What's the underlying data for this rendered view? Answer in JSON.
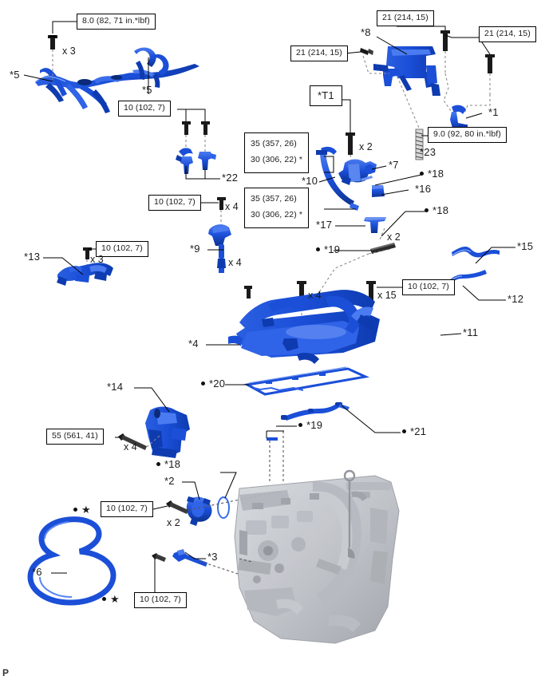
{
  "document": {
    "type": "exploded-view-parts-diagram",
    "footer_mark": "P",
    "accent_color": "#1b4fd8",
    "engine_color": "#c9ccd1"
  },
  "torque_specs": [
    {
      "id": "tq-80",
      "text": "8.0 (82, 71 in.*lbf)"
    },
    {
      "id": "tq-10-a",
      "text": "10 (102, 7)"
    },
    {
      "id": "tq-10-b",
      "text": "10 (102, 7)"
    },
    {
      "id": "tq-10-c",
      "text": "10 (102, 7)"
    },
    {
      "id": "tq-10-d",
      "text": "10 (102, 7)"
    },
    {
      "id": "tq-10-e",
      "text": "10 (102, 7)"
    },
    {
      "id": "tq-10-f",
      "text": "10 (102, 7)"
    },
    {
      "id": "tq-21-a",
      "text": "21 (214, 15)"
    },
    {
      "id": "tq-21-b",
      "text": "21 (214, 15)"
    },
    {
      "id": "tq-21-c",
      "text": "21 (214, 15)"
    },
    {
      "id": "tq-90",
      "text": "9.0 (92, 80 in.*lbf)"
    },
    {
      "id": "tq-55",
      "text": "55 (561, 41)"
    }
  ],
  "torque_specs_dual": [
    {
      "id": "tq-35-30-a",
      "line1": "35 (357, 26)",
      "line2": "30 (306, 22) *"
    },
    {
      "id": "tq-35-30-b",
      "line1": "35 (357, 26)",
      "line2": "30 (306, 22) *"
    }
  ],
  "part_labels": [
    {
      "id": "lbl-5a",
      "text": "*5",
      "bullet": false
    },
    {
      "id": "lbl-5b",
      "text": "*5",
      "bullet": false
    },
    {
      "id": "lbl-8",
      "text": "*8",
      "bullet": false
    },
    {
      "id": "lbl-1",
      "text": "*1",
      "bullet": false
    },
    {
      "id": "lbl-23",
      "text": "*23",
      "bullet": false
    },
    {
      "id": "lbl-t1",
      "text": "*T1",
      "bullet": false,
      "boxed": true
    },
    {
      "id": "lbl-7",
      "text": "*7",
      "bullet": false
    },
    {
      "id": "lbl-10",
      "text": "*10",
      "bullet": false
    },
    {
      "id": "lbl-22",
      "text": "*22",
      "bullet": false
    },
    {
      "id": "lbl-9",
      "text": "*9",
      "bullet": false
    },
    {
      "id": "lbl-13",
      "text": "*13",
      "bullet": false
    },
    {
      "id": "lbl-18a",
      "text": "*18",
      "bullet": true
    },
    {
      "id": "lbl-16",
      "text": "*16",
      "bullet": false
    },
    {
      "id": "lbl-18b",
      "text": "*18",
      "bullet": true
    },
    {
      "id": "lbl-17",
      "text": "*17",
      "bullet": false
    },
    {
      "id": "lbl-19a",
      "text": "*19",
      "bullet": true
    },
    {
      "id": "lbl-15",
      "text": "*15",
      "bullet": false
    },
    {
      "id": "lbl-12",
      "text": "*12",
      "bullet": false
    },
    {
      "id": "lbl-4",
      "text": "*4",
      "bullet": false
    },
    {
      "id": "lbl-11",
      "text": "*11",
      "bullet": false
    },
    {
      "id": "lbl-20",
      "text": "*20",
      "bullet": true
    },
    {
      "id": "lbl-14",
      "text": "*14",
      "bullet": false
    },
    {
      "id": "lbl-19b",
      "text": "*19",
      "bullet": true
    },
    {
      "id": "lbl-21",
      "text": "*21",
      "bullet": true
    },
    {
      "id": "lbl-18c",
      "text": "*18",
      "bullet": true
    },
    {
      "id": "lbl-2",
      "text": "*2",
      "bullet": false
    },
    {
      "id": "lbl-3",
      "text": "*3",
      "bullet": false
    },
    {
      "id": "lbl-6",
      "text": "*6",
      "bullet": false
    },
    {
      "id": "lbl-star-a",
      "text": "★",
      "bullet": true
    },
    {
      "id": "lbl-star-b",
      "text": "★",
      "bullet": true
    }
  ],
  "quantities": [
    {
      "id": "qty-x3-a",
      "text": "x 3"
    },
    {
      "id": "qty-x2-a",
      "text": "x 2"
    },
    {
      "id": "qty-x4-a",
      "text": "x 4"
    },
    {
      "id": "qty-x4-b",
      "text": "x 4"
    },
    {
      "id": "qty-x3-b",
      "text": "x 3"
    },
    {
      "id": "qty-x2-b",
      "text": "x 2"
    },
    {
      "id": "qty-x4-c",
      "text": "x 4"
    },
    {
      "id": "qty-x15",
      "text": "x 15"
    },
    {
      "id": "qty-x4-d",
      "text": "x 4"
    },
    {
      "id": "qty-x2-c",
      "text": "x 2"
    }
  ]
}
